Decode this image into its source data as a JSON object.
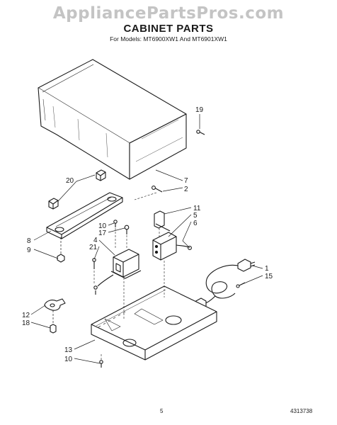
{
  "watermark": "AppliancePartsPros.com",
  "title": "CABINET PARTS",
  "subtitle": "For Models: MT6900XW1 And MT6901XW1",
  "callouts": {
    "c19": "19",
    "c7": "7",
    "c2": "2",
    "c20": "20",
    "c11": "11",
    "c5": "5",
    "c6": "6",
    "c8": "8",
    "c9": "9",
    "c10a": "10",
    "c17": "17",
    "c4": "4",
    "c21": "21",
    "c1": "1",
    "c15": "15",
    "c12": "12",
    "c18": "18",
    "c13": "13",
    "c10b": "10"
  },
  "footer": {
    "page_number": "5",
    "document_number": "4313738"
  }
}
